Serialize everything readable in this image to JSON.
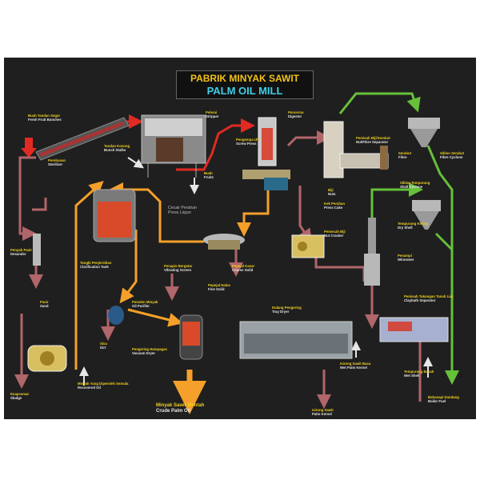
{
  "title": {
    "malay": "PABRIK MINYAK SAWIT",
    "english": "PALM OIL MILL"
  },
  "colors": {
    "background": "#1f1f1f",
    "oil_flow": "#f5a02a",
    "fruit_flow": "#e02a22",
    "waste_flow": "#b0666a",
    "fibre_flow": "#66c03a",
    "water_flow": "#e6e6e6",
    "label_malay": "#f0d020",
    "label_english": "#e6e6e6"
  },
  "labels": {
    "fresh_fruit": {
      "ms": "Buah Tandan Segar",
      "en": "Fresh Fruit Bunches"
    },
    "sterilizer": {
      "ms": "Perebusan",
      "en": "Sterilizer"
    },
    "bunch_stalks": {
      "ms": "Tandan Kosong",
      "en": "Bunch Stalks"
    },
    "stripper": {
      "ms": "Pelerai",
      "en": "Stripper"
    },
    "fruits": {
      "ms": "Buah",
      "en": "Fruits"
    },
    "screw_press": {
      "ms": "Pengempa Ulir",
      "en": "Screw Press"
    },
    "digester": {
      "ms": "Pencerna",
      "en": "Digester"
    },
    "nut_fibre_separator": {
      "ms": "Pemisah Biji/Serabut",
      "en": "Nut/Fibre Separator"
    },
    "fibre": {
      "ms": "Serabut",
      "en": "Fibre"
    },
    "fibre_cyclone": {
      "ms": "Siklon Serabut",
      "en": "Fibre Cyclone"
    },
    "shell_cyclone": {
      "ms": "Siklon Tempurung",
      "en": "Shell Cyclone"
    },
    "nuts": {
      "ms": "Biji",
      "en": "Nuts"
    },
    "press_cake": {
      "ms": "Kek Perahan",
      "en": "Press Cake"
    },
    "press_liquor": {
      "ms": "Cecair Perahan",
      "en": "Press Liquor"
    },
    "clarification_tank": {
      "ms": "Tangki Penjernihan",
      "en": "Clarification Tank"
    },
    "vibrating_screen": {
      "ms": "Penapis Bergetar",
      "en": "Vibrating Screen"
    },
    "coarse_solid": {
      "ms": "Pepejal Kasar",
      "en": "Coarse Solid"
    },
    "fine_solid": {
      "ms": "Pepejal Halus",
      "en": "Fine Solid"
    },
    "nut_cracker": {
      "ms": "Pemecah Biji",
      "en": "Nut Cracker"
    },
    "dry_shell": {
      "ms": "Tempurung Kering",
      "en": "Dry Shell"
    },
    "winnower": {
      "ms": "Penampi",
      "en": "Winnower"
    },
    "sand_desander": {
      "ms": "Penyah Pasir",
      "en": "Desander"
    },
    "sand": {
      "ms": "Pasir",
      "en": "Sand"
    },
    "oil_purifier": {
      "ms": "Penulen Minyak",
      "en": "Oil Purifier"
    },
    "tray_dryer": {
      "ms": "Dulang Pengering",
      "en": "Tray Dryer"
    },
    "claybath": {
      "ms": "Pemisah Takungan Tanah Liat",
      "en": "Claybath Separator"
    },
    "decanting_dirt": {
      "ms": "Sisa",
      "en": "Dirt"
    },
    "vacuum_dryer": {
      "ms": "Pengering Hampagas",
      "en": "Vacuum Dryer"
    },
    "wet_kernel": {
      "ms": "Isirong Sawit Basa",
      "en": "Wet Palm Kernel"
    },
    "wet_shell": {
      "ms": "Tempurung Basah",
      "en": "Wet Shell"
    },
    "sludge": {
      "ms": "Enapcemar",
      "en": "Sludge"
    },
    "recovered_oil": {
      "ms": "Minyak Yang Diperoleh Semula",
      "en": "Recovered Oil"
    },
    "crude_palm_oil": {
      "ms": "Minyak Sawit Mentah",
      "en": "Crude Palm Oil"
    },
    "palm_kernel": {
      "ms": "Isirong Sawit",
      "en": "Palm Kernel"
    },
    "boiler_fuel": {
      "ms": "Bahanapi Dandang",
      "en": "Boiler Fuel"
    }
  }
}
